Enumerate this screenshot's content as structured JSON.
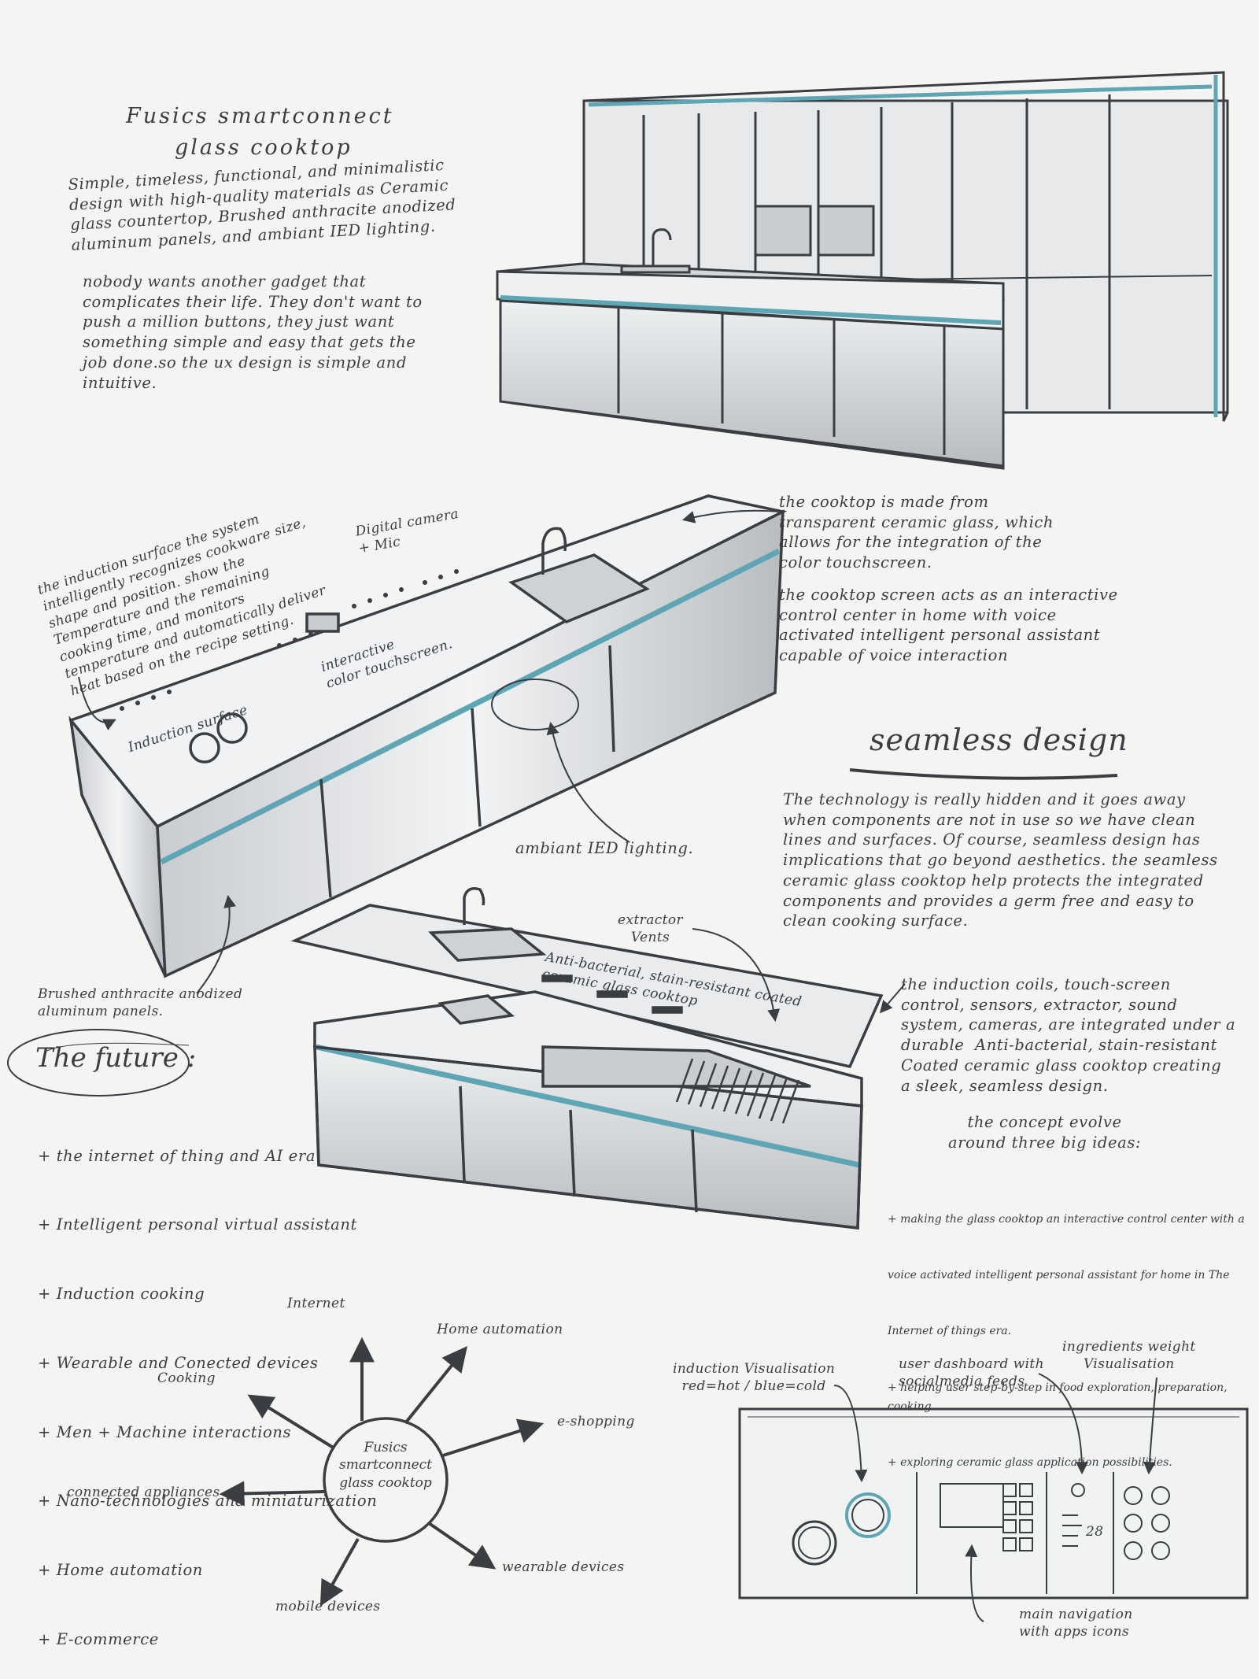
{
  "title": {
    "line1": "Fusics smartconnect",
    "line2": "glass cooktop"
  },
  "intro": "Simple, timeless, functional, and minimalistic\ndesign with high-quality materials as Ceramic\nglass countertop, Brushed anthracite anodized\naluminum panels, and ambiant IED lighting.",
  "ux_note": "nobody wants another gadget that\ncomplicates their life. They don't want to\npush a million buttons, they just want\nsomething simple and easy that gets the\njob done.so the ux design is simple and\nintuitive.",
  "induction_note": "the induction surface the system\nintelligently recognizes cookware size,\nshape and position. show the\nTemperature and the remaining\ncooking time, and monitors\ntemperature and automatically deliver\nheat based on the recipe setting.",
  "labels": {
    "camera": "Digital camera\n+ Mic",
    "touchscreen": "interactive\ncolor touchscreen.",
    "induction_surface": "Induction surface",
    "ambiant": "ambiant IED lighting.",
    "brushed": "Brushed anthracite anodized\naluminum panels.",
    "extractor": "extractor\nVents",
    "antibac": "Anti-bacterial, stain-resistant coated\nceramic glass cooktop"
  },
  "cooktop_note_1": "the cooktop is made from\ntransparent ceramic glass, which\nallows for the integration of the\ncolor touchscreen.",
  "cooktop_note_2": "the cooktop screen acts as an interactive\ncontrol center in home with voice\nactivated intelligent personal assistant\ncapable of voice interaction",
  "seamless": {
    "heading": "seamless design",
    "body": "The technology is really hidden and it goes away\nwhen components are not in use so we have clean\nlines and surfaces. Of course, seamless design has\nimplications that go beyond aesthetics. the seamless\nceramic glass cooktop help protects the integrated\ncomponents and provides a germ free and easy to\nclean cooking surface."
  },
  "components_note": "the induction coils, touch-screen\ncontrol, sensors, extractor, sound\nsystem, cameras, are integrated under a\ndurable  Anti-bacterial, stain-resistant\nCoated ceramic glass cooktop creating\na sleek, seamless design.",
  "concept": {
    "heading": "the concept evolve\naround three big ideas:",
    "ideas": [
      "+ making the glass cooktop an interactive control center with a",
      "voice activated intelligent personal assistant for home in The",
      "Internet of things era.",
      "+ helping user step-by-step in food exploration, preparation, cooking.",
      "+ exploring ceramic glass application possibilities."
    ]
  },
  "future": {
    "heading": "The future :",
    "items": [
      "+ the internet of thing and AI era",
      "+ Intelligent personal virtual assistant",
      "+ Induction cooking",
      "+ Wearable and Conected devices",
      "+ Men + Machine interactions",
      "+ Nano-technologies and miniaturization",
      "+ Home automation",
      "+ E-commerce"
    ]
  },
  "mindmap": {
    "center": "Fusics\nsmartconnect\nglass cooktop",
    "branches": [
      "Internet",
      "Home automation",
      "e-shopping",
      "wearable devices",
      "mobile devices",
      "connected appliances",
      "Cooking"
    ]
  },
  "ui": {
    "induction_vis": "induction Visualisation\nred=hot / blue=cold",
    "dashboard": "user dashboard with\nsocialmedia feeds",
    "ingredients": "ingredients weight\nVisualisation",
    "main_nav": "main navigation\nwith apps icons",
    "weight_value": "28"
  },
  "colors": {
    "ink": "#3a3d42",
    "accent": "#5fa6b4",
    "paper": "#f4f4f2"
  }
}
